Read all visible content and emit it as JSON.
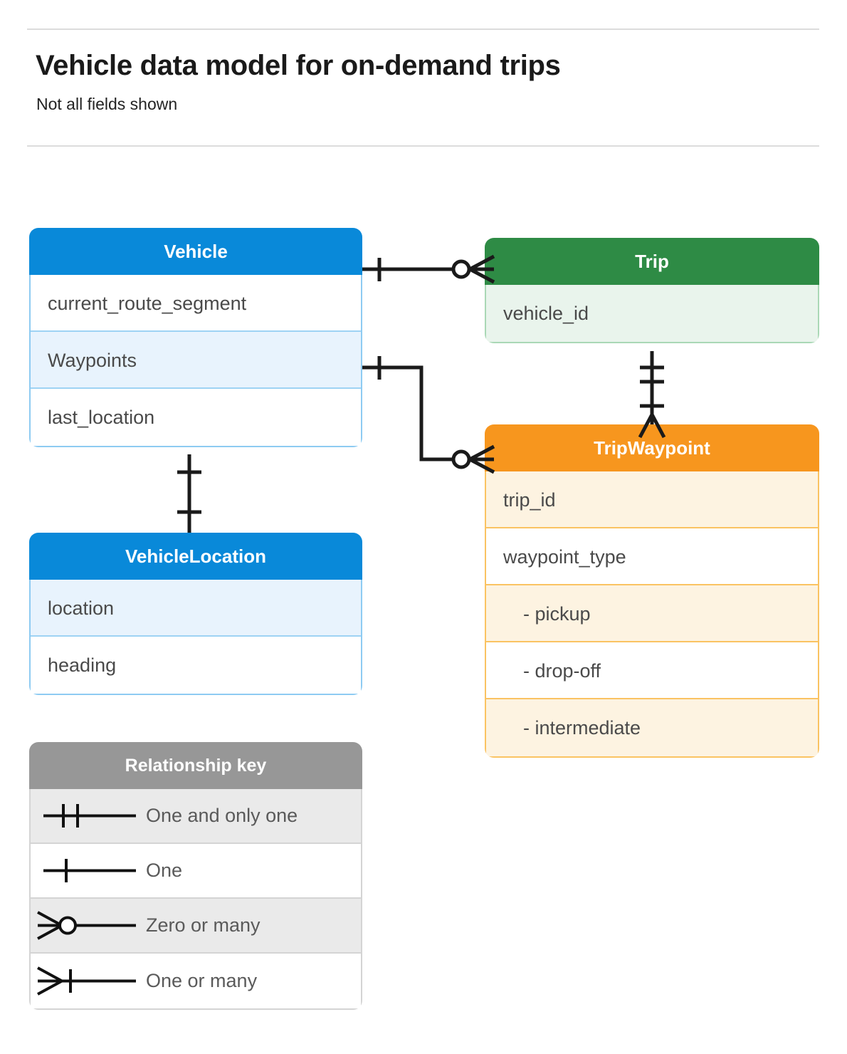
{
  "header": {
    "title": "Vehicle data model for on-demand trips",
    "subtitle": "Not all fields shown"
  },
  "colors": {
    "vehicle": "#0989D9",
    "trip": "#2E8B45",
    "tripwaypoint": "#F7961E",
    "legend": "#979797",
    "connector": "#1a1a1a",
    "rule": "#dcdcdc"
  },
  "entities": {
    "vehicle": {
      "name": "Vehicle",
      "fields": [
        {
          "label": "current_route_segment",
          "highlighted": false
        },
        {
          "label": "Waypoints",
          "highlighted": true
        },
        {
          "label": "last_location",
          "highlighted": false
        }
      ]
    },
    "trip": {
      "name": "Trip",
      "fields": [
        {
          "label": "vehicle_id",
          "highlighted": true
        }
      ]
    },
    "tripwaypoint": {
      "name": "TripWaypoint",
      "fields": [
        {
          "label": "trip_id",
          "highlighted": true
        },
        {
          "label": "waypoint_type",
          "highlighted": false
        },
        {
          "label": "-  pickup",
          "highlighted": true
        },
        {
          "label": "-  drop-off",
          "highlighted": false
        },
        {
          "label": "-  intermediate",
          "highlighted": true
        }
      ]
    },
    "vehiclelocation": {
      "name": "VehicleLocation",
      "fields": [
        {
          "label": "location",
          "highlighted": true
        },
        {
          "label": "heading",
          "highlighted": false
        }
      ]
    }
  },
  "legend": {
    "title": "Relationship key",
    "items": [
      {
        "label": "One and only one",
        "symbol": "one-and-only-one"
      },
      {
        "label": "One",
        "symbol": "one"
      },
      {
        "label": "Zero or many",
        "symbol": "zero-or-many"
      },
      {
        "label": "One or many",
        "symbol": "one-or-many"
      }
    ]
  },
  "relationships": [
    {
      "from": "Vehicle",
      "to": "Trip",
      "from_cardinality": "One",
      "to_cardinality": "Zero or many"
    },
    {
      "from": "Vehicle.Waypoints",
      "to": "TripWaypoint",
      "from_cardinality": "One",
      "to_cardinality": "Zero or many"
    },
    {
      "from": "Trip",
      "to": "TripWaypoint",
      "from_cardinality": "One and only one",
      "to_cardinality": "One or many"
    },
    {
      "from": "Vehicle",
      "to": "VehicleLocation",
      "from_cardinality": "One",
      "to_cardinality": "One"
    }
  ]
}
